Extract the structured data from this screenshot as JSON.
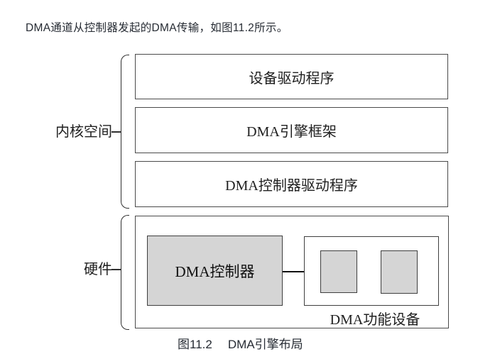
{
  "intro": {
    "text": "DMA通道从控制器发起的DMA传输，如图11.2所示。"
  },
  "diagram": {
    "kernel": {
      "label": "内核空间",
      "boxes": [
        {
          "label": "设备驱动程序"
        },
        {
          "label": "DMA引擎框架"
        },
        {
          "label": "DMA控制器驱动程序"
        }
      ]
    },
    "hardware": {
      "label": "硬件",
      "controller": {
        "label": "DMA控制器"
      },
      "device": {
        "label": "DMA功能设备"
      }
    },
    "colors": {
      "box_fill_gray": "#d5d5d5",
      "box_border": "#4a4a4a",
      "line_black": "#111111",
      "text_dark": "#1f1f1f"
    }
  },
  "caption": {
    "number": "图11.2",
    "title": "DMA引擎布局"
  }
}
